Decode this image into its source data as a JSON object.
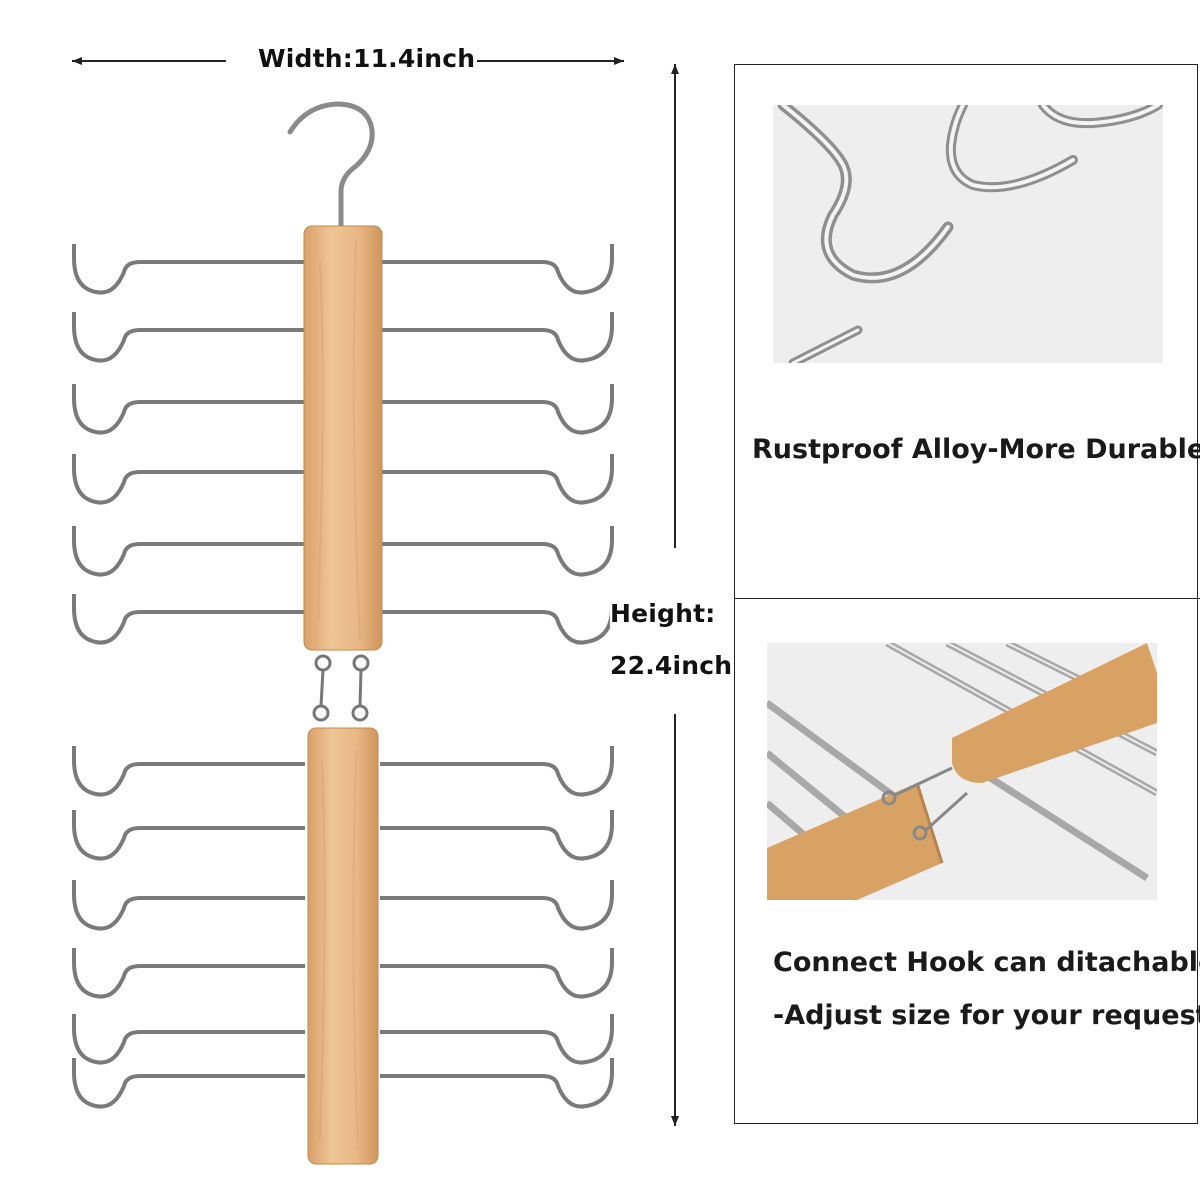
{
  "dimensions": {
    "width_label": "Width:11.4inch",
    "height_label_line1": "Height:",
    "height_label_line2": "22.4inch"
  },
  "features": [
    {
      "caption_lines": [
        "Rustproof  Alloy-More Durable"
      ]
    },
    {
      "caption_lines": [
        "Connect Hook can ditachable",
        "-Adjust size for your request"
      ]
    }
  ],
  "colors": {
    "background": "#ffffff",
    "wood": "#e6b584",
    "wood_dark": "#c98f57",
    "metal": "#9a9a9a",
    "metal_light": "#d9d9d9",
    "frame": "#222222"
  }
}
